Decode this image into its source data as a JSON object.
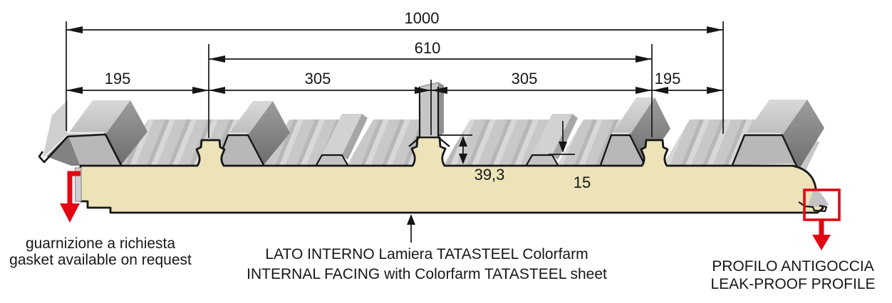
{
  "diagram": {
    "title_hint": "sandwich roof panel cross-section",
    "dimensions": {
      "overall_width": "1000",
      "cover_width": "610",
      "edge_left": "195",
      "pitch_left": "305",
      "pitch_right": "305",
      "edge_right": "195",
      "rib_height": "39,3",
      "mini_rib_height": "15"
    },
    "annotations": {
      "gasket": {
        "line1": "guarnizione a richiesta",
        "line2": "gasket available on request"
      },
      "internal_facing": {
        "line1": "LATO INTERNO Lamiera TATASTEEL Colorfarm",
        "line2": "INTERNAL FACING with Colorfarm TATASTEEL sheet"
      },
      "leak_proof": {
        "line1": "PROFILO ANTIGOCCIA",
        "line2": "LEAK-PROOF PROFILE"
      }
    },
    "colors": {
      "foam_core": "#ede3b9",
      "metal_light": "#cccccc",
      "metal_mid": "#b8b8b8",
      "metal_dark": "#7e7e7e",
      "outline": "#161616",
      "accent_red": "#e30613",
      "background": "#ffffff"
    }
  }
}
